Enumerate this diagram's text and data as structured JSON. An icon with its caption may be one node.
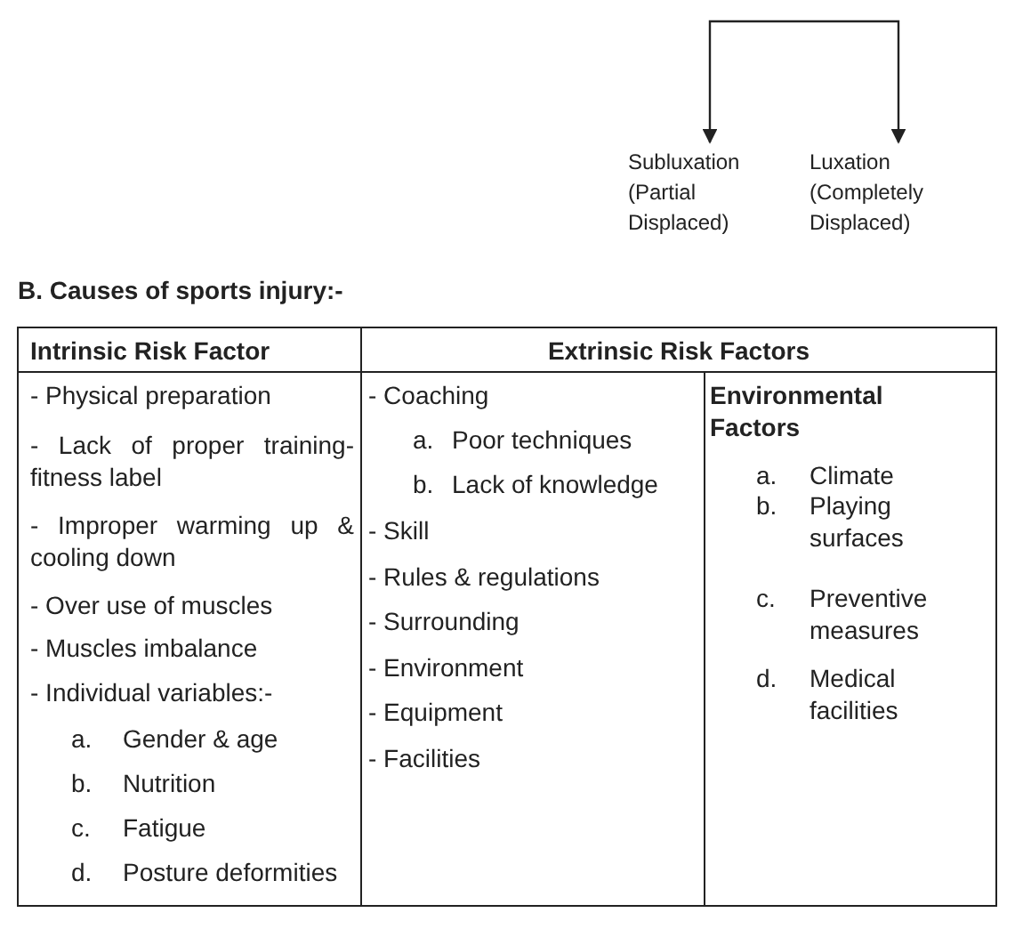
{
  "diagram": {
    "title": "B. Causes of sports injury:-",
    "nodes": [
      {
        "text": [
          "Subluxation (Partial Displaced)"
        ]
      },
      {
        "text": [
          "Luxation (Completely Displaced)"
        ]
      }
    ],
    "edges": [
      {
        "from": null,
        "to": 0,
        "arrow": "to"
      },
      {
        "from": null,
        "to": 1,
        "arrow": "to"
      }
    ],
    "labels": [
      "Intrinsic Risk Factor",
      "Extrinsic Risk Factors",
      "- Physical preparation",
      "- Lack of proper training-fitness label",
      "- Improper warming up & cooling down",
      "- Over use of muscles",
      "- Muscles imbalance",
      "- Individual variables:-",
      "a. Gender & age",
      "b. Nutrition",
      "c. Fatigue",
      "d. Posture deformities",
      "- Coaching",
      "a. Poor techniques",
      "b. Lack of knowledge",
      "- Skill",
      "- Rules & regulations",
      "- Surrounding",
      "- Environment",
      "- Equipment",
      "- Facilities",
      "Environmental Factors",
      "a. Climate",
      "b. Playing surfaces",
      "c. Preventive measures",
      "d. Medical facilities"
    ]
  }
}
